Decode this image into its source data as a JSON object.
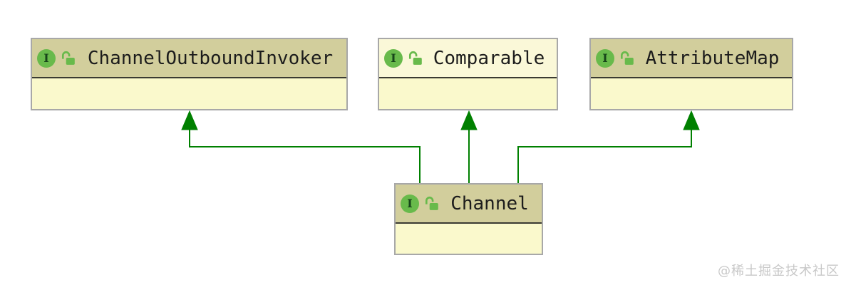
{
  "colors": {
    "canvas_bg": "#ffffff",
    "node_border": "#a8a8a8",
    "header_fill": "#d2ce9c",
    "header_fill_light": "#faf8d8",
    "body_fill": "#faf9cc",
    "separator": "#3a3a32",
    "title_text": "#1c1c1c",
    "edge_green": "#008000",
    "icon_green": "#68ba4b",
    "watermark_gray": "#c8c8c8"
  },
  "diagram": {
    "nodes": [
      {
        "title": "ChannelOutboundInvoker",
        "kind": "interface",
        "badge": "I",
        "icons": [
          "interface-icon",
          "unlocked-icon"
        ]
      },
      {
        "title": "Comparable",
        "kind": "interface",
        "badge": "I",
        "icons": [
          "interface-icon",
          "unlocked-icon"
        ]
      },
      {
        "title": "AttributeMap",
        "kind": "interface",
        "badge": "I",
        "icons": [
          "interface-icon",
          "unlocked-icon"
        ]
      },
      {
        "title": "Channel",
        "kind": "interface",
        "badge": "I",
        "icons": [
          "interface-icon",
          "unlocked-icon"
        ]
      }
    ],
    "edges": [
      {
        "from": "Channel",
        "to": "ChannelOutboundInvoker",
        "relation": "extends"
      },
      {
        "from": "Channel",
        "to": "Comparable",
        "relation": "extends"
      },
      {
        "from": "Channel",
        "to": "AttributeMap",
        "relation": "extends"
      }
    ]
  },
  "watermark": {
    "text": "@稀土掘金技术社区"
  }
}
